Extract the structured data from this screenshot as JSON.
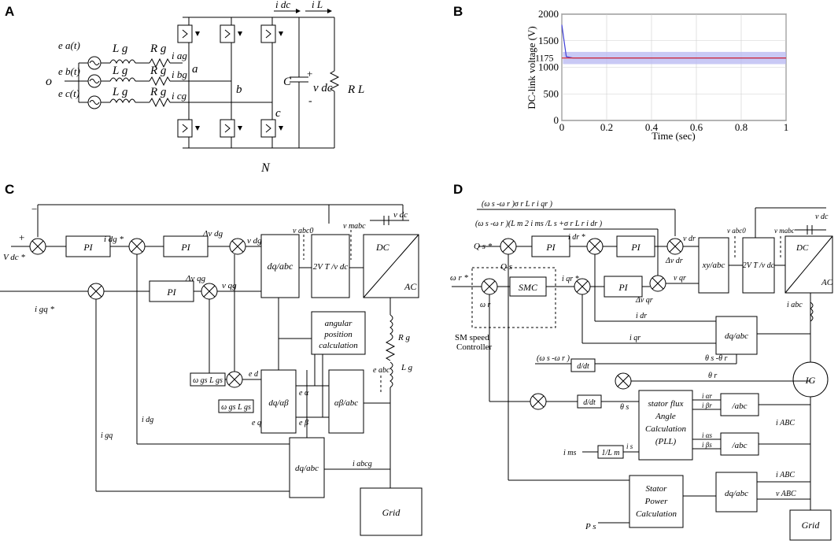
{
  "panels": {
    "a": "A",
    "b": "B",
    "c": "C",
    "d": "D"
  },
  "circuit_a": {
    "i_dc": "i dc",
    "i_L": "i L",
    "sources": [
      "e a(t)",
      "e b(t)",
      "e c(t)"
    ],
    "Lg": "L g",
    "Rg": "R g",
    "currents": [
      "i ag",
      "i bg",
      "i cg"
    ],
    "nodes": [
      "a",
      "b",
      "c"
    ],
    "o": "o",
    "N": "N",
    "C": "C",
    "vdc": "v dc",
    "RL": "R L",
    "plus": "+",
    "minus": "-"
  },
  "chart_data": {
    "type": "line",
    "xlabel": "Time (sec)",
    "ylabel": "DC-link voltage (V)",
    "xlim": [
      0,
      1
    ],
    "ylim": [
      0,
      2000
    ],
    "x_ticks": [
      "0",
      "0.2",
      "0.4",
      "0.6",
      "0.8",
      "1"
    ],
    "y_ticks": [
      "0",
      "500",
      "1000",
      "1500",
      "2000"
    ],
    "annotation": "1175",
    "annotation_value": 1175,
    "grid": true,
    "series": [
      {
        "x": [
          0,
          0.01,
          0.02,
          0.05,
          0.1,
          0.2,
          0.3,
          0.4,
          0.5,
          0.6,
          0.7,
          0.8,
          0.9,
          1.0
        ],
        "y": [
          1800,
          1500,
          1200,
          1175,
          1175,
          1175,
          1175,
          1175,
          1175,
          1175,
          1175,
          1175,
          1175,
          1175
        ]
      }
    ],
    "ripple_band": [
      1060,
      1290
    ]
  },
  "diagram_c": {
    "vdc_star": "V dc *",
    "igq_star": "i gq *",
    "pi": "PI",
    "idg_star": "i dg *",
    "dvdg": "Δv dg",
    "dvqg": "Δv qg",
    "vdg": "v dg",
    "vqg": "v qg",
    "dqabc": "dq/abc",
    "vt": "2V T /v dc",
    "vabc0": "v abc0",
    "vmabc": "v mabc",
    "dc": "DC",
    "ac": "AC",
    "vdc": "v dc",
    "angular": [
      "angular",
      "position",
      "calculation"
    ],
    "wgsLgs": "ω gs L gs",
    "ed": "e d",
    "eq": "e q",
    "dqab": "dq/αβ",
    "abab": "αβ/abc",
    "ea": "e α",
    "eb": "e β",
    "eabc": "e abc",
    "Rg": "R g",
    "Lg": "L g",
    "idg": "i dg",
    "igq": "i gq",
    "iabcg": "i abcg",
    "grid": "Grid",
    "plus": "+",
    "minus": "−"
  },
  "diagram_d": {
    "eq1": "(ω s -ω r )σ r L r i qr )",
    "eq2": "(ω s -ω r )(L m 2 i ms /L s +σ r L r i dr )",
    "qs_star": "Q s *",
    "qs": "Q s",
    "wr_star": "ω r *",
    "wr": "ω r",
    "smc": "SMC",
    "sm_label": [
      "SM speed",
      "Controller"
    ],
    "pi": "PI",
    "idr_star": "i dr *",
    "iqr_star": "i qr *",
    "dvdr": "Δv dr",
    "dvqr": "Δv qr",
    "vdr": "v dr",
    "vqr": "v qr",
    "xyabc": "xy/abc",
    "vt": "2V T /v dc",
    "vabc0": "v abc0",
    "vmabc": "v mabc",
    "dc": "DC",
    "ac": "AC",
    "vdc": "v dc",
    "idr": "i dr",
    "iqr": "i qr",
    "iabc": "i abc",
    "dqabc": "dq/abc",
    "ig": "IG",
    "ws_wr": "(ω s -ω r )",
    "ddt": "d/dt",
    "thetas_thetar": "θ s -θ r",
    "thetar": "θ r",
    "thetas": "θ s",
    "abc": "/abc",
    "iar": "i αr",
    "ibr": "i βr",
    "ias": "i αs",
    "ibs": "i βs",
    "flux": [
      "stator flux",
      "Angle",
      "Calculation",
      "(PLL)"
    ],
    "iABC": "i ABC",
    "vABC": "v ABC",
    "ims": "i ms",
    "one_lm": "1/L m",
    "is": "i s",
    "power": [
      "Stator",
      "Power",
      "Calculation"
    ],
    "ps": "P s",
    "grid": "Grid",
    "plus": "+",
    "minus": "−"
  }
}
